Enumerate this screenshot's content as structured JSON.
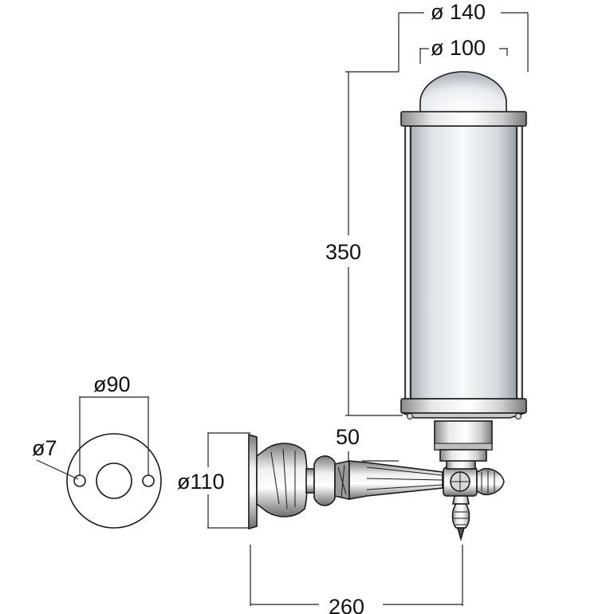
{
  "dimensions": {
    "lamp_outer_diameter": "ø 140",
    "lamp_inner_diameter": "ø 100",
    "lamp_height": "350",
    "arm_offset": "50",
    "projection": "260",
    "wallplate_diameter": "ø110",
    "hole_spacing": "ø90",
    "hole_diameter": "ø7"
  },
  "colors": {
    "line": "#1a1a1a",
    "glass_light": "#f4f6f8",
    "glass_dark": "#aab0b6",
    "metal_light": "#e6e6e6",
    "metal_dark": "#6e6e6e"
  }
}
